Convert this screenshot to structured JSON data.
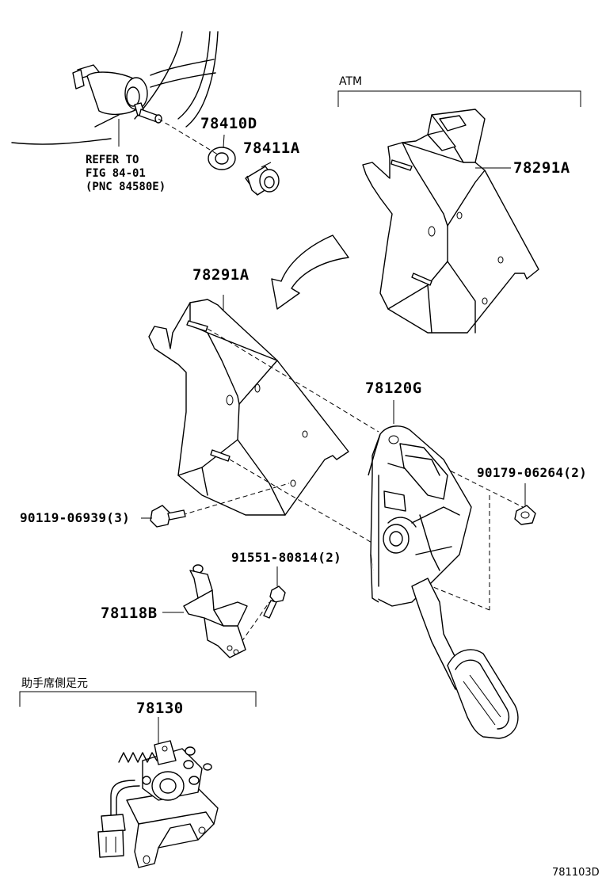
{
  "sections": {
    "atm": "ATM",
    "passenger_side": "助手席側足元"
  },
  "callouts": {
    "p78410D": "78410D",
    "p78411A": "78411A",
    "p78291A_top": "78291A",
    "p78291A_main": "78291A",
    "p78120G": "78120G",
    "p90179": "90179-06264(2)",
    "p90119": "90119-06939(3)",
    "p91551": "91551-80814(2)",
    "p78118B": "78118B",
    "p78130": "78130"
  },
  "refer_note": {
    "line1": "REFER TO",
    "line2": "FIG 84-01",
    "line3": "(PNC 84580E)"
  },
  "diagram_id": "781103D"
}
